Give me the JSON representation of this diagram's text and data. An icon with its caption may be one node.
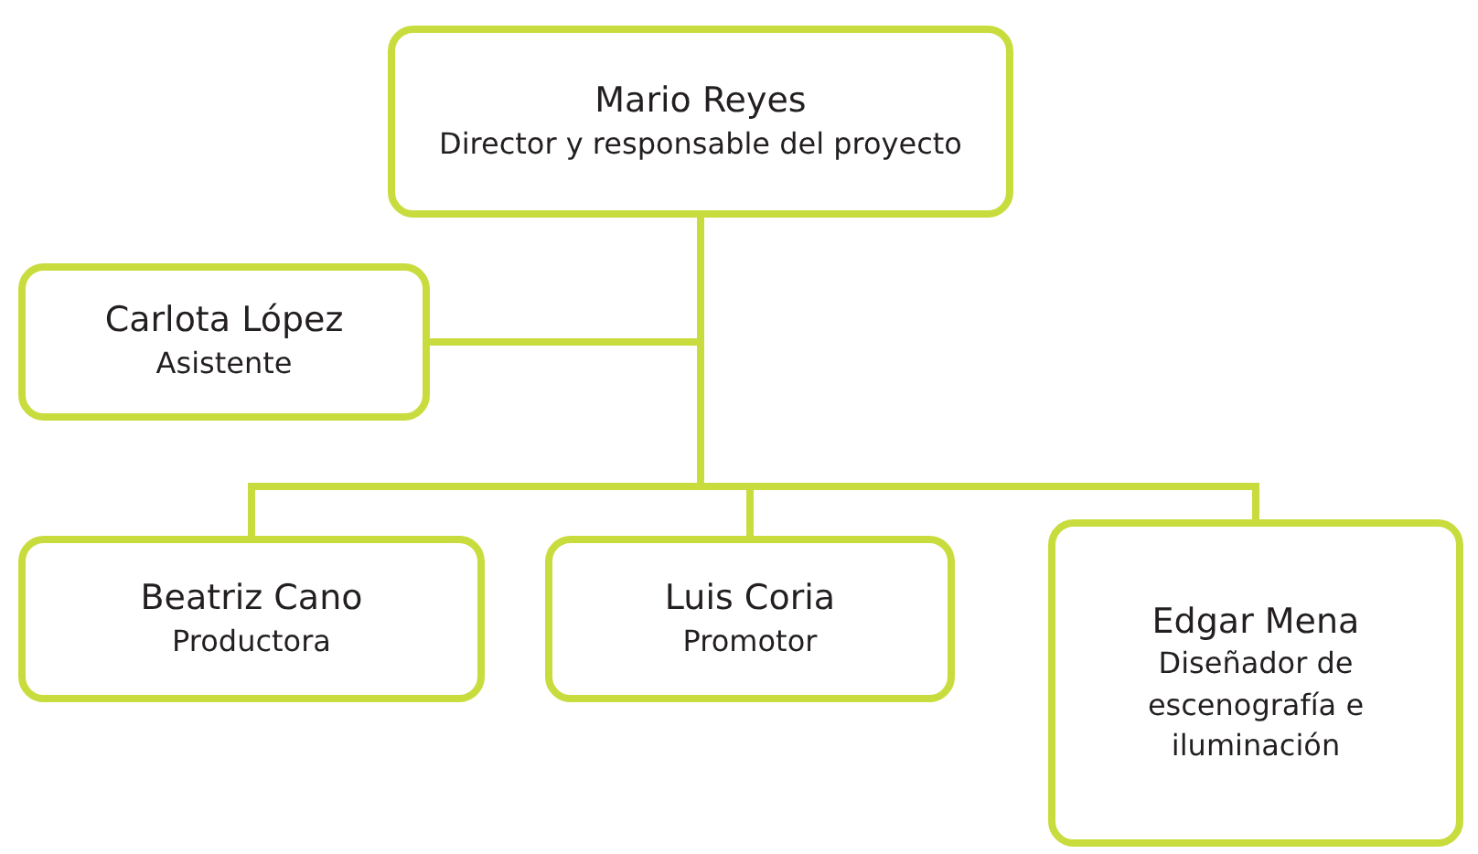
{
  "diagram": {
    "nodes": [
      {
        "text": [
          "Mario Reyes",
          "Director y responsable del proyecto"
        ]
      },
      {
        "text": [
          "Carlota López",
          "Asistente"
        ]
      },
      {
        "text": [
          "Beatriz Cano",
          "Productora"
        ]
      },
      {
        "text": [
          "Luis Coria",
          "Promotor"
        ]
      },
      {
        "text": [
          "Edgar Mena",
          "Diseñador de escenografía e iluminación"
        ]
      }
    ],
    "edges": [
      {
        "from": 0,
        "to": 1,
        "arrow": "none"
      },
      {
        "from": 0,
        "to": 2,
        "arrow": "none"
      },
      {
        "from": 0,
        "to": 3,
        "arrow": "none"
      },
      {
        "from": 0,
        "to": 4,
        "arrow": "none"
      }
    ]
  }
}
